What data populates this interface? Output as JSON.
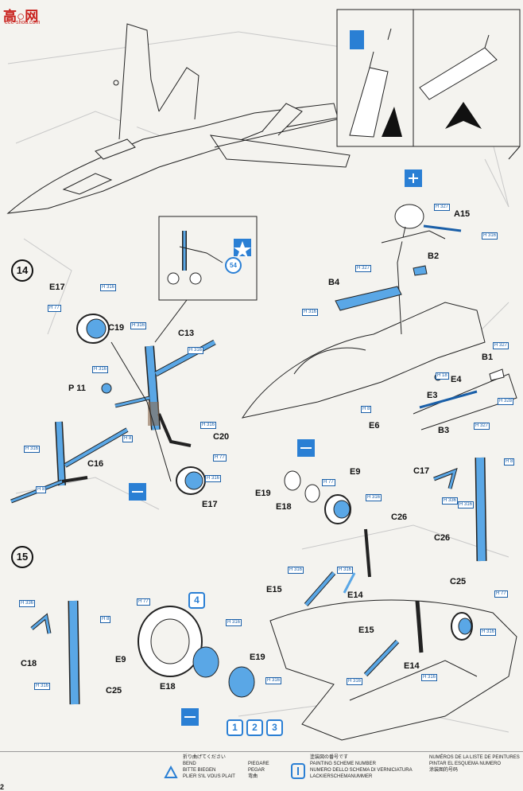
{
  "watermark": {
    "text": "高○网",
    "sub": "eee-shou.com"
  },
  "steps": {
    "s14": "14",
    "s15": "15"
  },
  "badge_numbers": {
    "n54": "54",
    "n4": "4",
    "n1": "1",
    "n2": "2",
    "n3": "3"
  },
  "parts": {
    "e17a": "E17",
    "c19": "C19",
    "c13": "C13",
    "p11": "P 11",
    "c16": "C16",
    "c20": "C20",
    "e17b": "E17",
    "a15": "A15",
    "b2": "B2",
    "b4": "B4",
    "b1": "B1",
    "e4": "E4",
    "e3": "E3",
    "e6": "E6",
    "b3": "B3",
    "e19a": "E19",
    "e18a": "E18",
    "e9a": "E9",
    "c26a": "C26",
    "c17": "C17",
    "c26b": "C26",
    "e15a": "E15",
    "e14a": "E14",
    "c25a": "C25",
    "e15b": "E15",
    "e14b": "E14",
    "c18": "C18",
    "c25b": "C25",
    "e9b": "E9",
    "e18b": "E18",
    "e19b": "E19"
  },
  "paint_codes": {
    "h316": "H 316",
    "h8": "H 8",
    "h77": "H 77",
    "h327": "H 327",
    "h18": "H 18",
    "h328": "H 328",
    "h336": "H 336"
  },
  "legend": {
    "bend_jp": "折り曲げてください",
    "bend_en": "BEND",
    "bend_de": "BITTE BIEGEN",
    "bend_fr": "PLIER S'IL VOUS PLAIT",
    "bend_es": "PIEGARE",
    "bend_it": "PEGAR",
    "bend_cn": "弯曲",
    "paint_jp": "塗装図の番号です",
    "paint_en": "PAINTING SCHEME NUMBER",
    "paint_it": "NUMERO DELLO SCHEMA DI VERNICIATURA",
    "paint_de": "LACKIERSCHEMANUMMER",
    "paint_es": "NUMÉROS DE LA LISTE DE PEINTURES",
    "paint_fr": "PINTAR EL ESQUEMA NUMERO",
    "paint_cn": "涂装图的号码",
    "page": "2"
  },
  "colors": {
    "part_blue": "#5aa7e6",
    "code_blue": "#1a5fa8",
    "ink": "#222222"
  }
}
